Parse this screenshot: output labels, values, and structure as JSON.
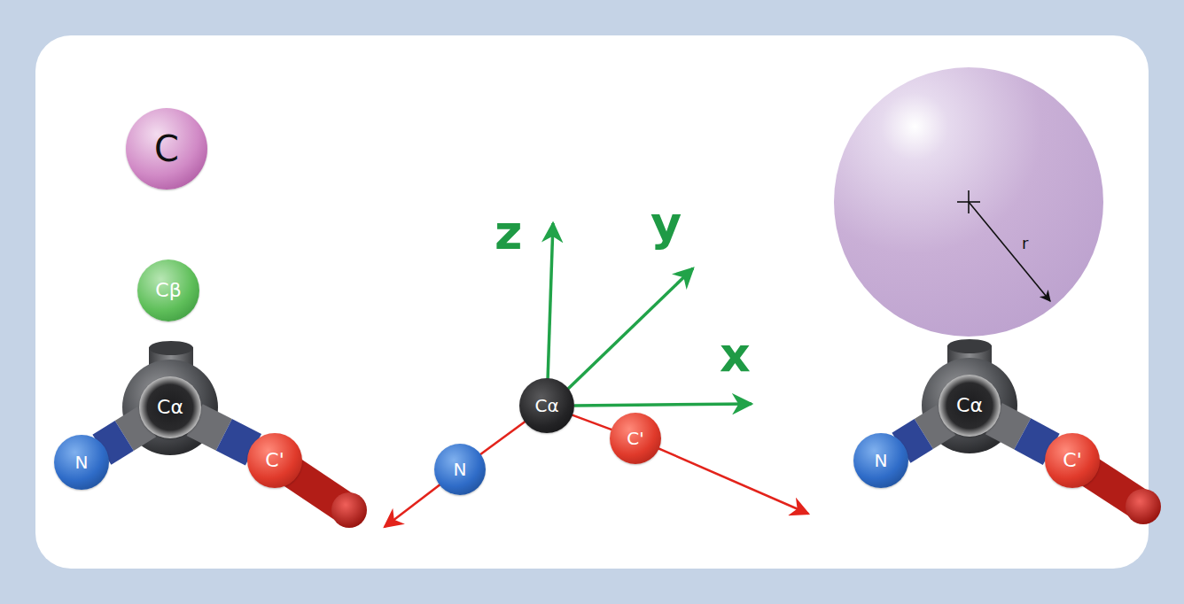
{
  "diagram": {
    "nodes": [
      {
        "text": [
          "C"
        ]
      },
      {
        "text": [
          "Cβ"
        ]
      },
      {
        "text": [
          "r"
        ]
      },
      {
        "text": [
          "Cα"
        ]
      },
      {
        "text": [
          "N"
        ]
      },
      {
        "text": [
          "C'"
        ]
      },
      {
        "text": [
          "Cα"
        ]
      },
      {
        "text": [
          "N"
        ]
      },
      {
        "text": [
          "C'"
        ]
      },
      {
        "text": [
          "Cα"
        ]
      },
      {
        "text": [
          "N"
        ]
      },
      {
        "text": [
          "C'"
        ]
      }
    ],
    "edges": [
      {
        "from": 3,
        "to": 4,
        "arrow": "none"
      },
      {
        "from": 3,
        "to": 5,
        "arrow": "none"
      },
      {
        "from": 6,
        "to": 7,
        "arrow": "none"
      },
      {
        "from": 6,
        "to": 8,
        "arrow": "none"
      },
      {
        "from": 9,
        "to": 10,
        "arrow": "none"
      },
      {
        "from": 9,
        "to": 11,
        "arrow": "none"
      }
    ],
    "labels": [
      "z",
      "y",
      "x"
    ]
  }
}
